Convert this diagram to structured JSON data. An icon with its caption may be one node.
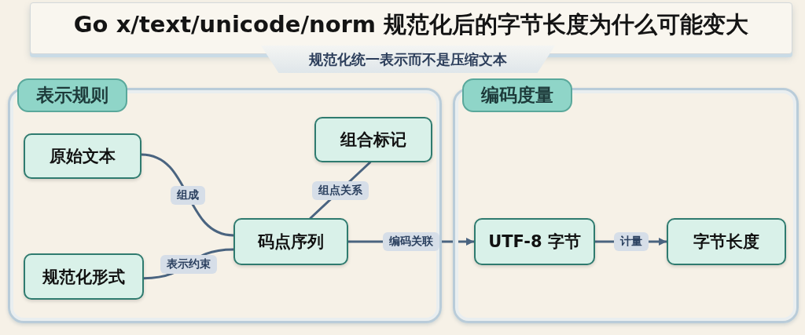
{
  "diagram": {
    "title": "Go x/text/unicode/norm 规范化后的字节长度为什么可能变大",
    "nodes": [
      {
        "text": [
          "表示规则"
        ]
      },
      {
        "text": [
          "原始文本"
        ],
        "in": 0
      },
      {
        "text": [
          "组合标记"
        ],
        "in": 0
      },
      {
        "text": [
          "码点序列"
        ],
        "in": 0
      },
      {
        "text": [
          "规范化形式"
        ],
        "in": 0
      },
      {
        "text": [
          "编码度量"
        ]
      },
      {
        "text": [
          "UTF-8 字节"
        ],
        "in": 5
      },
      {
        "text": [
          "字节长度"
        ],
        "in": 5
      }
    ],
    "edges": [
      {
        "from": 1,
        "to": 3,
        "arrow": "none",
        "label": "组成"
      },
      {
        "from": 3,
        "to": 2,
        "arrow": "none",
        "label": "组点关系"
      },
      {
        "from": 4,
        "to": 3,
        "arrow": "none",
        "label": "表示约束"
      },
      {
        "from": 3,
        "to": 6,
        "arrow": "to",
        "label": "编码关联"
      },
      {
        "from": 6,
        "to": 7,
        "arrow": "to",
        "label": "计量"
      }
    ],
    "labels": [
      "规范化统一表示而不是压缩文本"
    ]
  }
}
